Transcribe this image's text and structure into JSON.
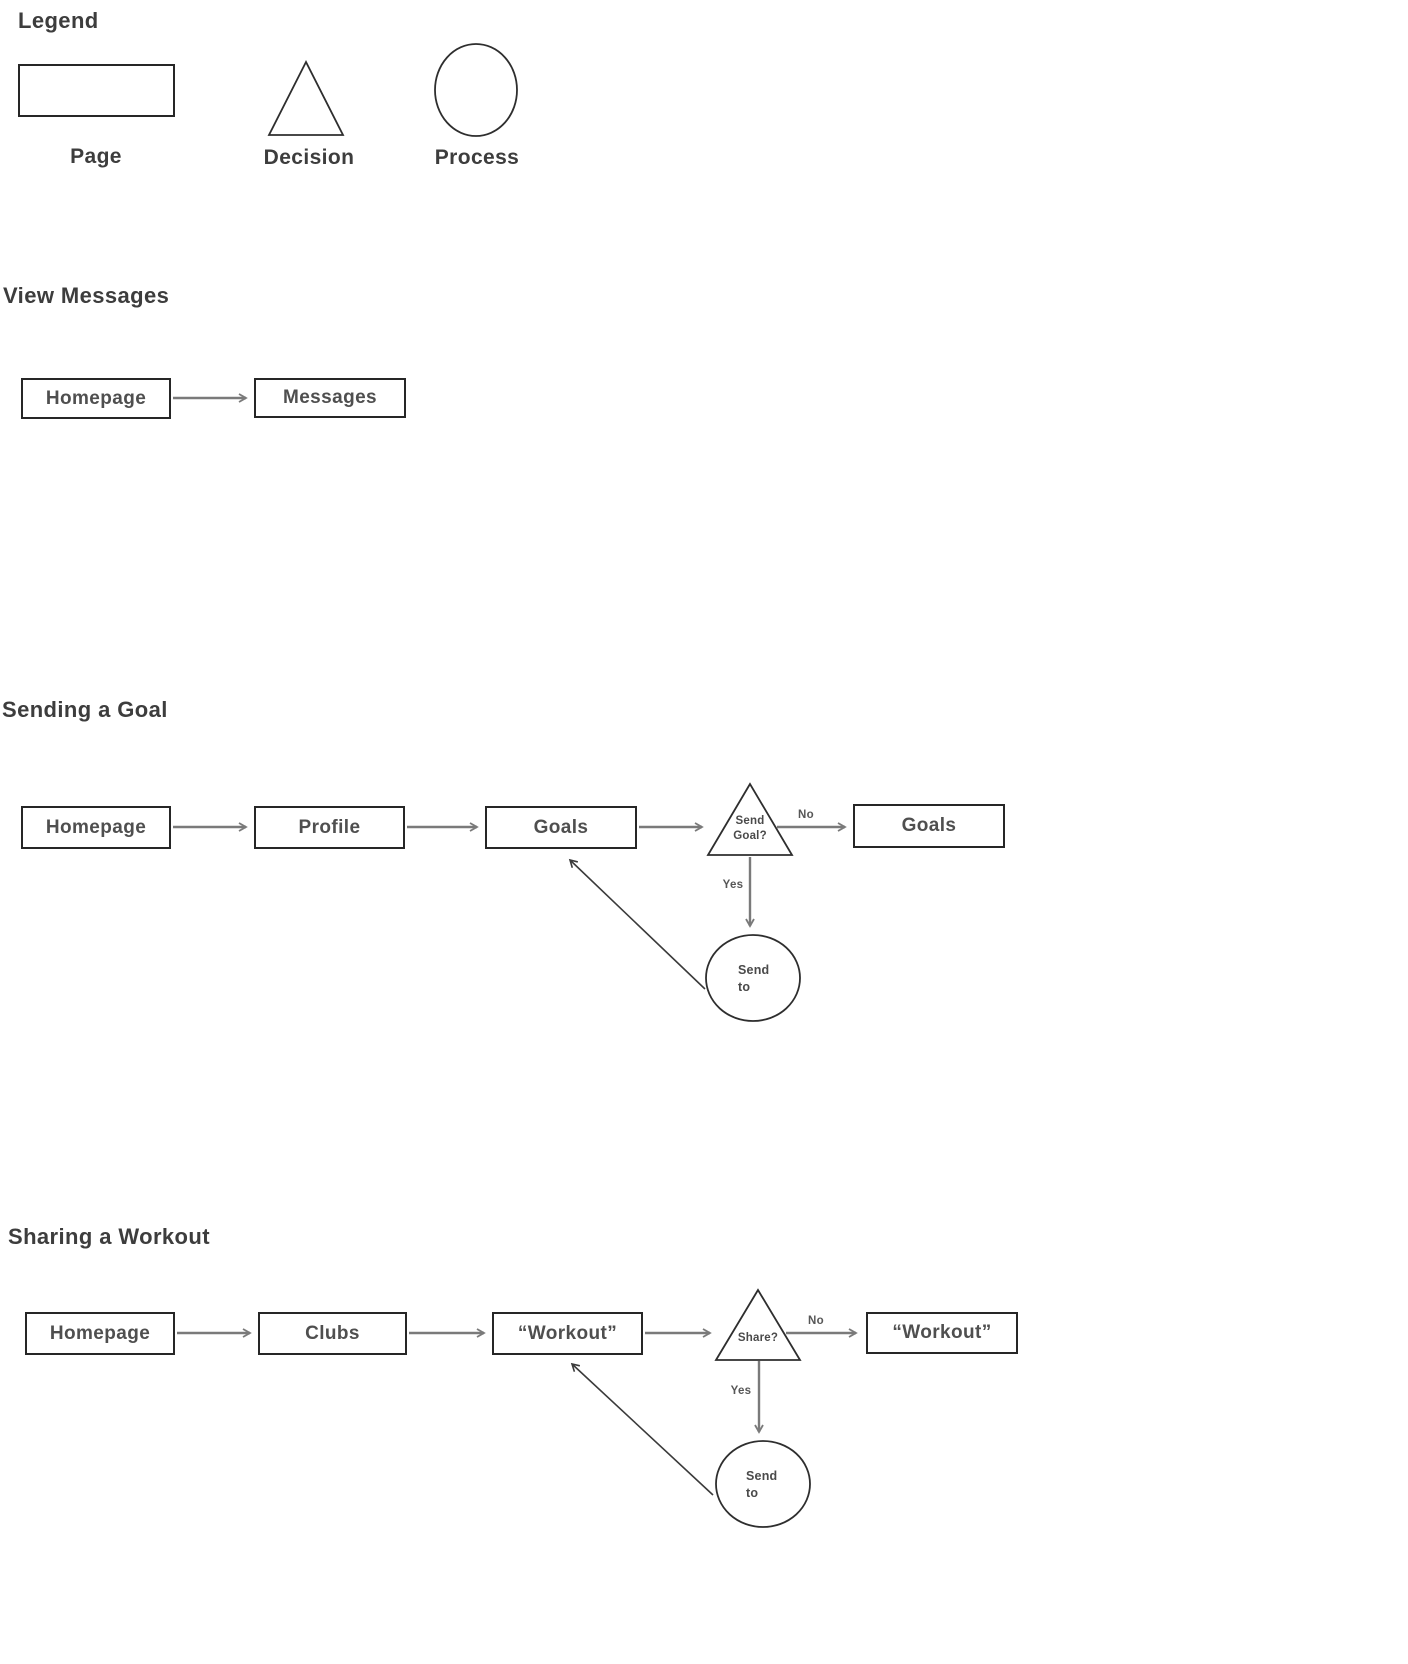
{
  "legend": {
    "title": "Legend",
    "page_label": "Page",
    "decision_label": "Decision",
    "process_label": "Process"
  },
  "view_messages": {
    "title": "View Messages",
    "homepage": "Homepage",
    "messages": "Messages"
  },
  "sending_goal": {
    "title": "Sending a Goal",
    "homepage": "Homepage",
    "profile": "Profile",
    "goals": "Goals",
    "decision_line1": "Send",
    "decision_line2": "Goal?",
    "no_label": "No",
    "yes_label": "Yes",
    "goals_no_target": "Goals",
    "process_line1": "Send",
    "process_line2": "to"
  },
  "sharing_workout": {
    "title": "Sharing a Workout",
    "homepage": "Homepage",
    "clubs": "Clubs",
    "workout": "“Workout”",
    "decision": "Share?",
    "no_label": "No",
    "yes_label": "Yes",
    "workout_no_target": "“Workout”",
    "process_line1": "Send",
    "process_line2": "to"
  },
  "colors": {
    "ink": "#262626",
    "shape_stroke": "#2e2e2e",
    "text": "#4f4f4f",
    "heading": "#3d3d3d",
    "connector": "#7a7a7a",
    "return_arrow": "#3a3a3a",
    "background": "#ffffff"
  }
}
